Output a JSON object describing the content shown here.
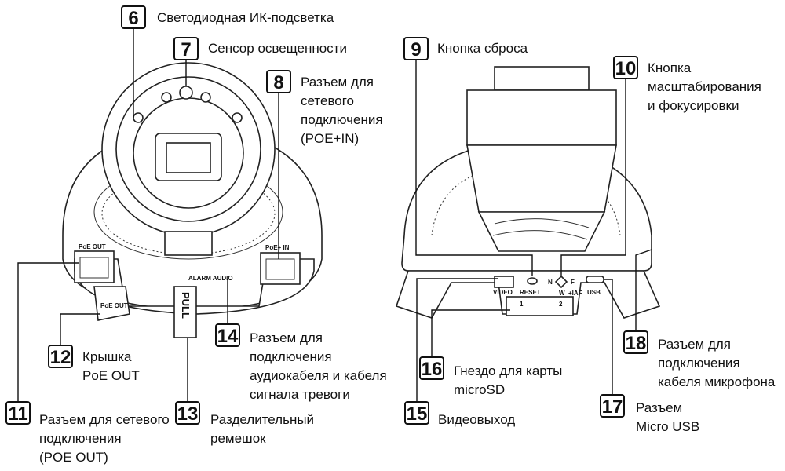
{
  "callouts": [
    {
      "num": "6",
      "lines": [
        "Светодиодная ИК-подсветка"
      ]
    },
    {
      "num": "7",
      "lines": [
        "Сенсор освещенности"
      ]
    },
    {
      "num": "8",
      "lines": [
        "Разъем для",
        "сетевого",
        "подключения",
        "(POE+IN)"
      ]
    },
    {
      "num": "9",
      "lines": [
        "Кнопка сброса"
      ]
    },
    {
      "num": "10",
      "lines": [
        "Кнопка",
        "масштабирования",
        "и фокусировки"
      ]
    },
    {
      "num": "11",
      "lines": [
        "Разъем для сетевого",
        "подключения",
        "(POE OUT)"
      ]
    },
    {
      "num": "12",
      "lines": [
        "Крышка",
        "PoE OUT"
      ]
    },
    {
      "num": "13",
      "lines": [
        "Разделительный",
        "ремешок"
      ]
    },
    {
      "num": "14",
      "lines": [
        "Разъем для",
        "подключения",
        "аудиокабеля и кабеля",
        "сигнала тревоги"
      ]
    },
    {
      "num": "15",
      "lines": [
        "Видеовыход"
      ]
    },
    {
      "num": "16",
      "lines": [
        "Гнездо для карты",
        "microSD"
      ]
    },
    {
      "num": "17",
      "lines": [
        "Разъем",
        "Micro USB"
      ]
    },
    {
      "num": "18",
      "lines": [
        "Разъем для",
        "подключения",
        "кабеля микрофона"
      ]
    }
  ],
  "device_labels": {
    "poe_out": "PoE OUT",
    "poe_out_cap": "PoE OUT",
    "poe_in": "PoE+ IN",
    "alarm_audio": "ALARM AUDIO",
    "pull": "PULL",
    "video": "VIDEO",
    "reset": "RESET",
    "usb": "USB",
    "n": "N",
    "f": "F",
    "w": "W",
    "iap": "+IAF",
    "slot1": "1",
    "slot2": "2"
  }
}
